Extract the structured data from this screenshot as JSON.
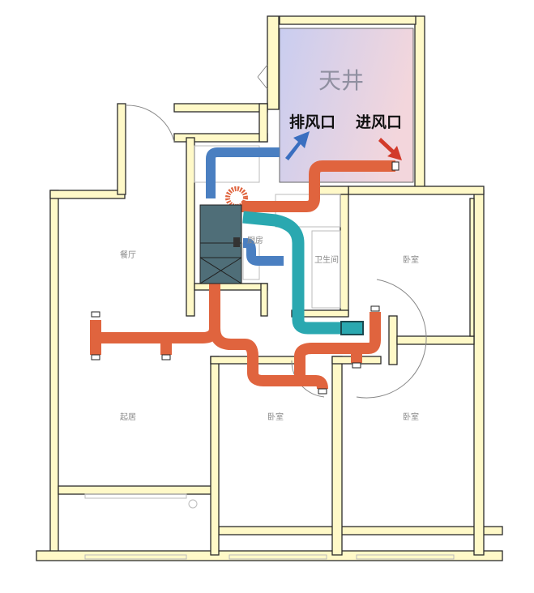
{
  "labels": {
    "courtyard": "天井",
    "exhaust_outlet": "排风口",
    "intake_outlet": "进风口",
    "dining": "餐厅",
    "kitchen": "厨房",
    "bathroom": "卫生间",
    "bedroom_ne": "卧室",
    "living": "起居",
    "bedroom_s": "卧室",
    "bedroom_se": "卧室"
  },
  "colors": {
    "supply_duct": "#e0643e",
    "exhaust_duct": "#4a7fc1",
    "return_duct": "#2aa8b0",
    "unit": "#4f6e78",
    "wall": "#fff9c8"
  }
}
